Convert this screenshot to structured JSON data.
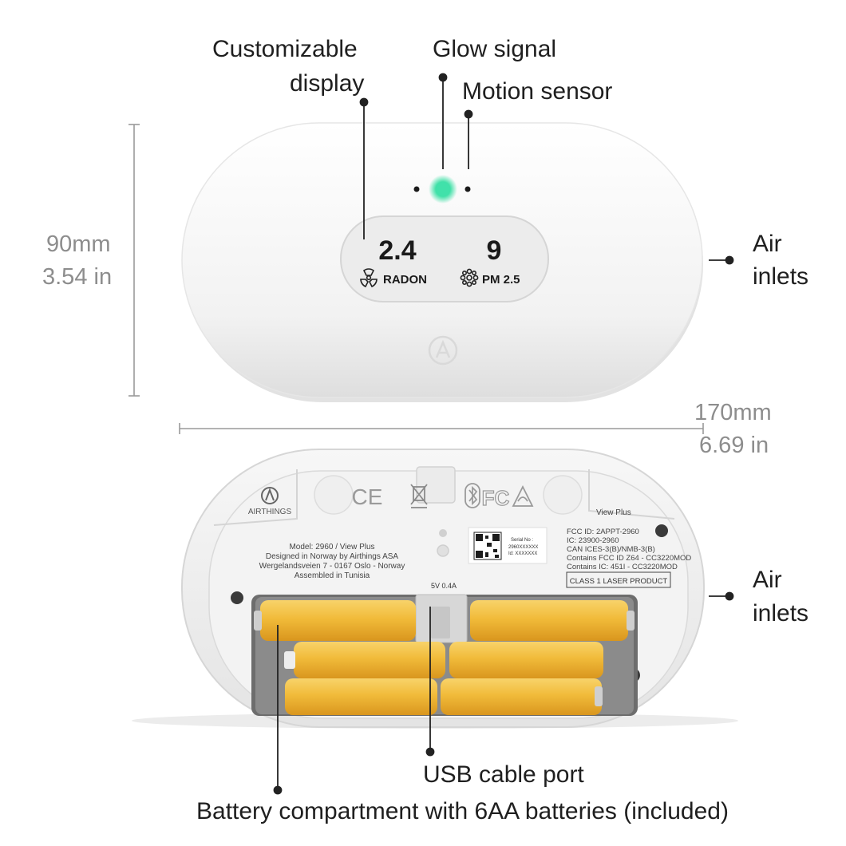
{
  "callouts": {
    "display": [
      "Customizable",
      "display"
    ],
    "glow": "Glow signal",
    "motion": "Motion sensor",
    "air_inlets_top": [
      "Air",
      "inlets"
    ],
    "air_inlets_bottom": [
      "Air",
      "inlets"
    ],
    "usb": "USB cable port",
    "battery": "Battery compartment with 6AA batteries (included)"
  },
  "dimensions": {
    "height_mm": "90mm",
    "height_in": "3.54 in",
    "width_mm": "170mm",
    "width_in": "6.69 in"
  },
  "screen": {
    "radon_value": "2.4",
    "radon_label": "RADON",
    "pm_value": "9",
    "pm_label": "PM 2.5"
  },
  "back_panel": {
    "brand": "AIRTHINGS",
    "model_line": "View Plus",
    "info_lines": [
      "Model: 2960 / View Plus",
      "Designed in Norway by Airthings ASA",
      "Wergelandsveien 7 - 0167 Oslo - Norway",
      "Assembled in Tunisia"
    ],
    "cert_lines": [
      "FCC ID: 2APPT-2960",
      "IC: 23900-2960",
      "CAN ICES-3(B)/NMB-3(B)",
      "Contains FCC ID Z64 - CC3220MOD",
      "Contains IC: 451I - CC3220MOD"
    ],
    "laser": "CLASS 1 LASER PRODUCT",
    "serial_label": "Serial No :",
    "serial_value": "2960XXXXXX",
    "id_value": "Id: XXXXXXX",
    "power": "5V 0.4A",
    "ce_mark": "CE",
    "fcc_mark": "FC"
  },
  "colors": {
    "glow": "#3ee0a6",
    "battery": "#f2bd3c",
    "device": "#f4f4f4",
    "screen": "#ececec"
  }
}
